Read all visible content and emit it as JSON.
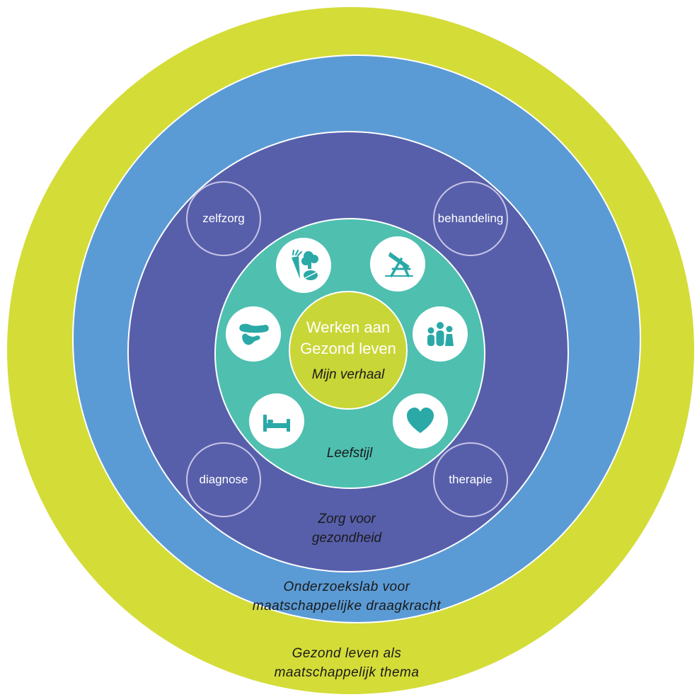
{
  "rings": {
    "outer": {
      "label_line1": "Gezond leven als",
      "label_line2": "maatschappelijk thema",
      "color": "#d4dc38"
    },
    "blue": {
      "label_line1": "Onderzoekslab voor",
      "label_line2": "maatschappelijke draagkracht",
      "color": "#5b9bd5"
    },
    "purple": {
      "label_line1": "Zorg voor",
      "label_line2": "gezondheid",
      "color": "#575fab"
    },
    "teal": {
      "label": "Leefstijl",
      "color": "#4fbfb0"
    }
  },
  "center": {
    "line1": "Werken aan",
    "line2": "Gezond leven",
    "subtitle": "Mijn verhaal",
    "color": "#c9d637"
  },
  "care_items": [
    "zelfzorg",
    "behandeling",
    "diagnose",
    "therapie"
  ],
  "lifestyle_icons": [
    "food-icon",
    "deckchair-icon",
    "people-icon",
    "heart-icon",
    "bed-icon",
    "shoes-icon"
  ],
  "icon_color": "#2aa9a7"
}
